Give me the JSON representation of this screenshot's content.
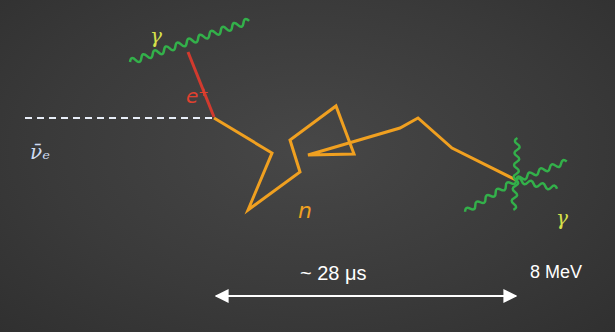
{
  "diagram": {
    "labels": [
      "γ",
      "e⁺",
      "ν̄ₑ",
      "n",
      "γ",
      "~ 28 μs",
      "8 MeV"
    ]
  }
}
